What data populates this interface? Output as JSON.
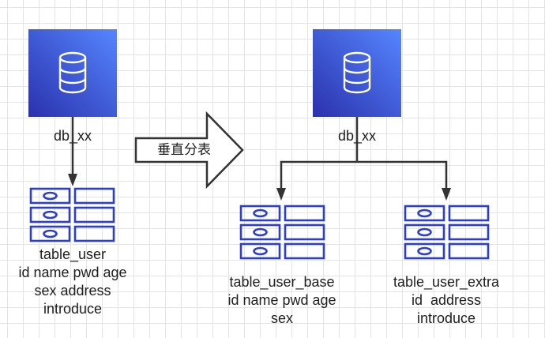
{
  "source_db": {
    "name": "db_xx"
  },
  "target_db": {
    "name": "db_xx"
  },
  "source_table": {
    "name": "table_user",
    "fields_lines": [
      "id name pwd age",
      "sex address",
      "introduce"
    ]
  },
  "arrow": {
    "label": "垂直分表"
  },
  "target_tables": [
    {
      "name": "table_user_base",
      "fields_lines": [
        "id name pwd age",
        "sex"
      ]
    },
    {
      "name": "table_user_extra",
      "fields_lines": [
        "id  address",
        "introduce"
      ]
    }
  ],
  "colors": {
    "db_gradient_start": "#4f7ff8",
    "db_gradient_end": "#2a36b0",
    "table_icon": "#2d3fc8",
    "connector": "#333333"
  }
}
